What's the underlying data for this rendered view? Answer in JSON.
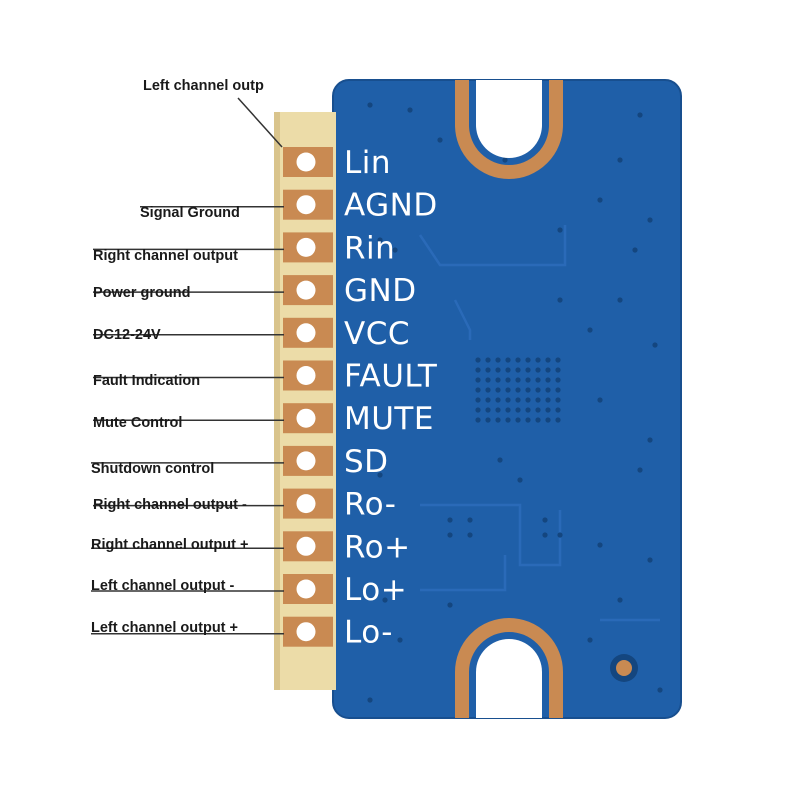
{
  "callouts": [
    "Left channel outp",
    "Signal Ground",
    "Right channel output",
    "Power ground",
    "DC12-24V",
    "Fault Indication",
    "Mute Control",
    "Shutdown control",
    "Right channel output -",
    "Right channel output +",
    "Left channel output -",
    "Left channel output +"
  ],
  "pins": [
    "Lin",
    "AGND",
    "Rin",
    "GND",
    "VCC",
    "FAULT",
    "MUTE",
    "SD",
    "Ro-",
    "Ro+",
    "Lo+",
    "Lo-"
  ],
  "colors": {
    "board": "#1f5fa8",
    "board_edge": "#184f8f",
    "gold": "#c98a52",
    "header": "#ecdca8",
    "silkscreen": "#ffffff"
  }
}
